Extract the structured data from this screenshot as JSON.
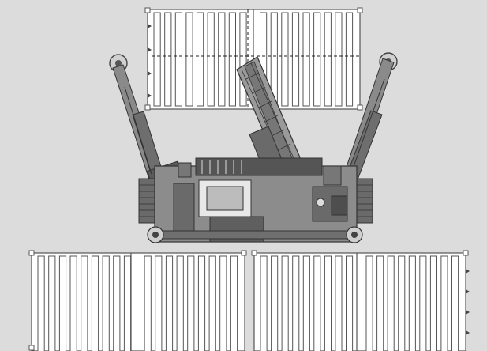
{
  "diagram": {
    "background": "#dcdcdc",
    "colors": {
      "container_fill": "#ffffff",
      "container_stroke": "#555555",
      "machine_dark": "#4a4a4a",
      "machine_mid": "#7a7a7a",
      "machine_light": "#a8a8a8",
      "boom_mid": "#6e6e6e",
      "guide_line": "#222222"
    },
    "containers": [
      {
        "name": "top-container",
        "ribs_per_half": 9,
        "halves": 2
      },
      {
        "name": "bottom-left-container",
        "ribs_per_half": 9,
        "halves": 2
      },
      {
        "name": "bottom-right-container",
        "ribs_per_half": 9,
        "halves": 2
      }
    ],
    "machine": {
      "left_arm": {
        "icon": "telescopic-arm"
      },
      "right_arm": {
        "icon": "telescopic-arm"
      },
      "center_boom": {
        "icon": "lattice-boom"
      },
      "chassis": {
        "icon": "crawler-chassis"
      }
    }
  }
}
